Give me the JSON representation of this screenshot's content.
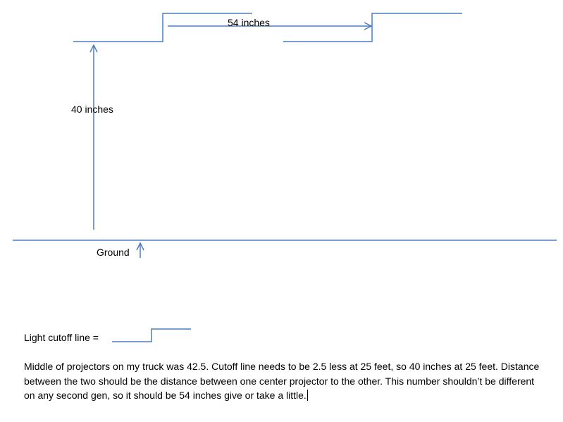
{
  "labels": {
    "height": "40 inches",
    "width": "54 inches",
    "ground": "Ground",
    "cutoff": "Light cutoff line ="
  },
  "note": "Middle of projectors on my truck was 42.5. Cutoff line needs to be 2.5 less at 25 feet, so 40 inches at 25 feet. Distance between the two should be the distance between one center projector to the other. This number shouldn’t be different on any second gen, so it should be 54 inches give or take a little.",
  "colors": {
    "line": "#4a7ebb",
    "text": "#000000"
  },
  "icons": {
    "arrow": "arrow-head-icon",
    "cursor": "text-cursor-icon"
  }
}
